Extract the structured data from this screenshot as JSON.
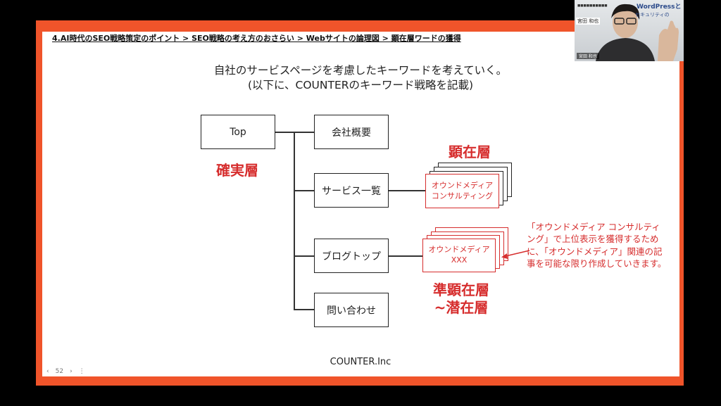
{
  "slide": {
    "breadcrumb": "4.AI時代のSEO戦略策定のポイント > SEO戦略の考え方のおさらい > Webサイトの論理図 > 顕在層ワードの獲得",
    "headline1": "自社のサービスページを考慮したキーワードを考えていく。",
    "headline2": "(以下に、COUNTERのキーワード戦略を記載)",
    "footer": "COUNTER.Inc",
    "page_number": "52"
  },
  "diagram": {
    "top_node": "Top",
    "top_layer_label": "確実層",
    "children": [
      "会社概要",
      "サービス一覧",
      "ブログトップ",
      "問い合わせ"
    ],
    "service_pages_label": "顕在層",
    "service_card_lines": [
      "オウンドメディア",
      "コンサルティング"
    ],
    "blog_card_lines": [
      "オウンドメディア",
      "XXX"
    ],
    "blog_layer_label_1": "準顕在層",
    "blog_layer_label_2": "~潜在層",
    "note": "「オウンドメディア コンサルティング」で上位表示を獲得するために、「オウンドメディア」関連の記事を可能な限り作成していきます。"
  },
  "video": {
    "brand": "WordPressと",
    "subtitle": "セキュリティの",
    "name_top": "宮田 和也",
    "name_bottom": "宮田 和也"
  },
  "colors": {
    "accent": "#f0542a",
    "label_red": "#d62d2d"
  }
}
